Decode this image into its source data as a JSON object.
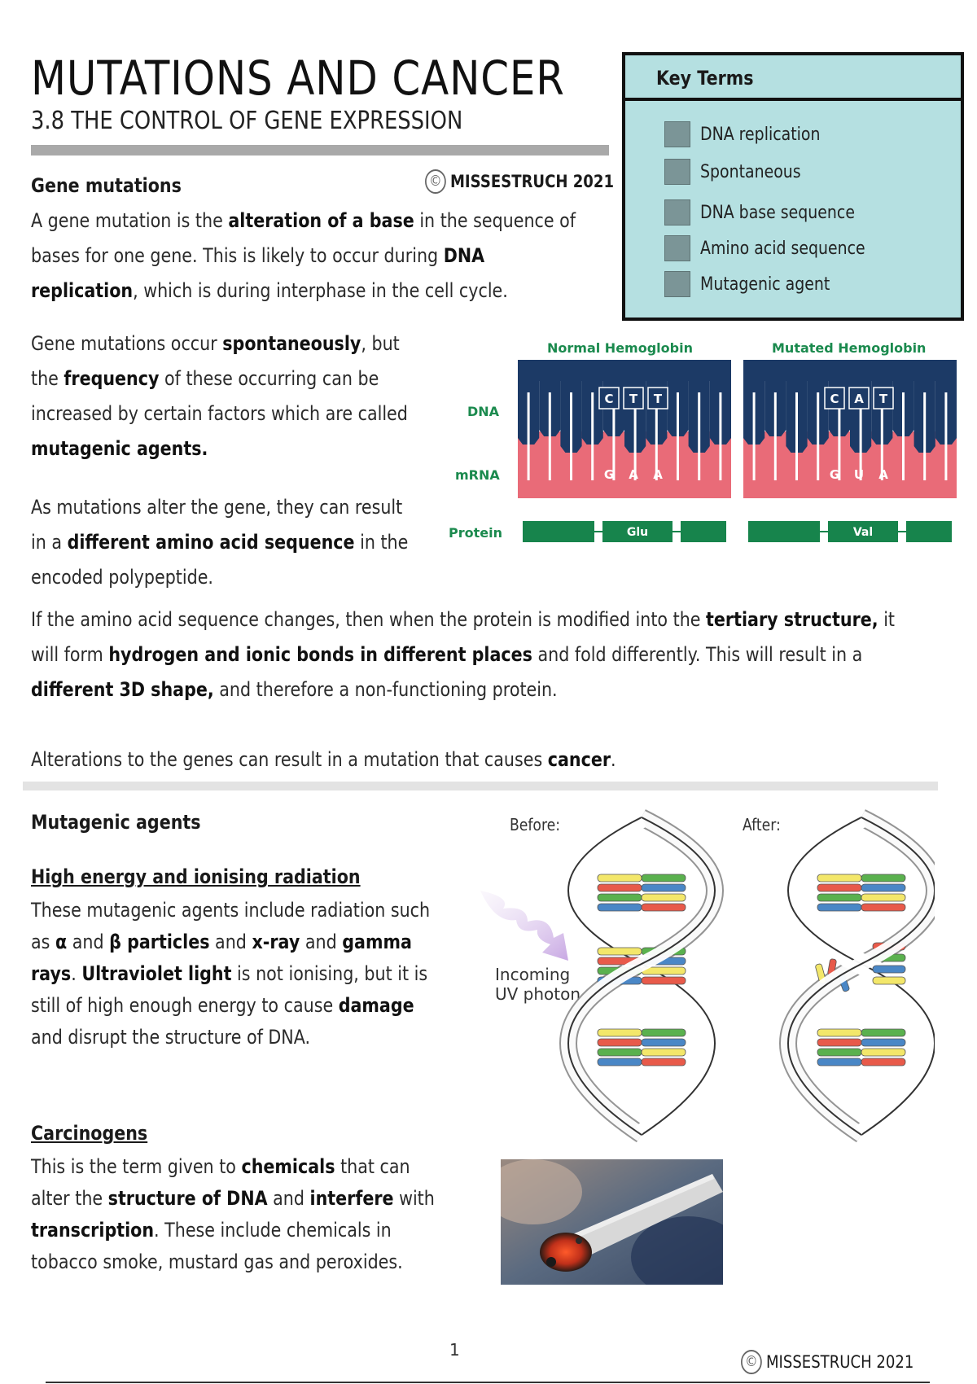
{
  "header": {
    "title": "MUTATIONS AND CANCER",
    "subtitle": "3.8 THE CONTROL OF GENE EXPRESSION",
    "copyright_symbol": "©",
    "copyright_text": "MISSESTRUCH 2021"
  },
  "key_terms": {
    "heading": "Key Terms",
    "items": [
      "DNA replication",
      "Spontaneous",
      "DNA base sequence",
      "Amino acid sequence",
      "Mutagenic agent"
    ]
  },
  "gene_mutations": {
    "heading": "Gene mutations",
    "p1": [
      [
        "A gene mutation is the ",
        "alteration of a base",
        " in the sequence of"
      ],
      [
        "bases for one gene. This is likely to occur during ",
        "DNA",
        ""
      ],
      [
        "",
        "replication",
        ", which is during interphase in the cell cycle."
      ]
    ],
    "p2": [
      [
        "Gene mutations occur ",
        "spontaneously",
        ", but"
      ],
      [
        "the ",
        "frequency",
        " of these occurring can be"
      ],
      [
        "increased by certain factors which are called",
        "",
        ""
      ],
      [
        "",
        "mutagenic agents.",
        ""
      ]
    ],
    "p3": [
      [
        "As mutations alter the gene, they can result",
        "",
        ""
      ],
      [
        "in a ",
        "different amino acid sequence",
        " in the"
      ],
      [
        "encoded polypeptide.",
        "",
        ""
      ]
    ],
    "p4": [
      [
        "If the amino acid sequence changes, then when the protein is modified into the ",
        "tertiary structure,",
        " it"
      ],
      [
        "will form ",
        "hydrogen and ionic bonds in different places",
        " and fold differently. This will result in a"
      ],
      [
        "",
        "different 3D shape,",
        " and therefore a non-functioning protein."
      ]
    ],
    "p5": [
      [
        "Alterations to the genes can result in a mutation that causes ",
        "cancer",
        "."
      ]
    ]
  },
  "hemoglobin_diagram": {
    "normal_title": "Normal Hemoglobin",
    "mutated_title": "Mutated Hemoglobin",
    "row_labels": [
      "DNA",
      "mRNA",
      "Protein"
    ],
    "normal_dna": [
      "C",
      "T",
      "T"
    ],
    "normal_mrna": [
      "G",
      "A",
      "A"
    ],
    "normal_protein": "Glu",
    "mutated_dna": [
      "C",
      "A",
      "T"
    ],
    "mutated_mrna": [
      "G",
      "U",
      "A"
    ],
    "mutated_protein": "Val",
    "colors": {
      "dna": "#1c3a66",
      "mrna": "#e96b78",
      "protein": "#17844c",
      "label": "#1b8a4e"
    }
  },
  "mutagenic_agents": {
    "heading": "Mutagenic agents",
    "radiation_heading": "High energy and ionising radiation",
    "radiation_text": [
      [
        "These mutagenic agents include radiation such"
      ],
      [
        "as ",
        "α",
        " and ",
        "β particles",
        " and ",
        "x-ray",
        " and ",
        "gamma"
      ],
      [
        "",
        "rays",
        ".  ",
        "Ultraviolet light",
        " is not ionising, but it is"
      ],
      [
        "still of high enough energy to cause ",
        "damage"
      ],
      [
        "and disrupt the structure of DNA."
      ]
    ],
    "before_label": "Before:",
    "after_label": "After:",
    "uv_label_1": "Incoming",
    "uv_label_2": "UV photon",
    "carcinogens_heading": "Carcinogens",
    "carcinogens_text": [
      [
        "This is the term given to ",
        "chemicals",
        " that can"
      ],
      [
        "alter the ",
        "structure of DNA",
        " and ",
        "interfere",
        " with"
      ],
      [
        "",
        "transcription",
        ".  These include chemicals in"
      ],
      [
        "tobacco smoke, mustard gas and peroxides."
      ]
    ]
  },
  "footer": {
    "page_number": "1",
    "copyright_symbol": "©",
    "copyright_text": "MISSESTRUCH 2021"
  }
}
